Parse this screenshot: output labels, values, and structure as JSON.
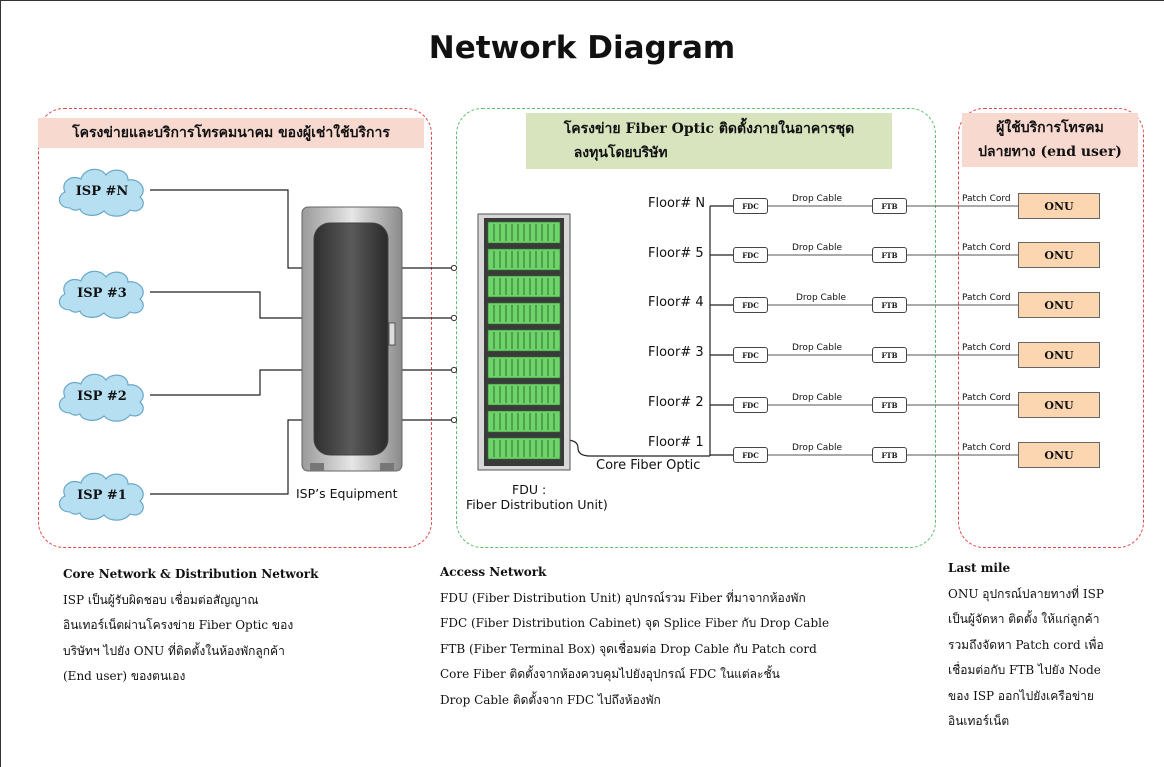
{
  "title": "Network Diagram",
  "groups": {
    "core": "โครงข่ายและบริการโทรคมนาคม ของผู้เช่าใช้บริการ",
    "fiber_line1": "โครงข่าย Fiber Optic ติดตั้งภายในอาคารชุด",
    "fiber_line2": "ลงทุนโดยบริษัท",
    "user_line1": "ผู้ใช้บริการโทรคม",
    "user_line2": "ปลายทาง (end user)"
  },
  "isps": [
    "ISP #N",
    "ISP #3",
    "ISP #2",
    "ISP #1"
  ],
  "isp_equipment": "ISP’s Equipment",
  "fdu_line1": "FDU :",
  "fdu_line2": "Fiber Distribution Unit)",
  "core_fiber": "Core Fiber Optic",
  "floors": [
    {
      "floor": "Floor# N",
      "fdc": "FDC",
      "drop": "Drop Cable",
      "ftb": "FTB",
      "patch": "Patch Cord",
      "onu": "ONU"
    },
    {
      "floor": "Floor# 5",
      "fdc": "FDC",
      "drop": "Drop Cable",
      "ftb": "FTB",
      "patch": "Patch Cord",
      "onu": "ONU"
    },
    {
      "floor": "Floor# 4",
      "fdc": "FDC",
      "drop": "Drop Cable",
      "ftb": "FTB",
      "patch": "Patch Cord",
      "onu": "ONU"
    },
    {
      "floor": "Floor# 3",
      "fdc": "FDC",
      "drop": "Drop Cable",
      "ftb": "FTB",
      "patch": "Patch Cord",
      "onu": "ONU"
    },
    {
      "floor": "Floor# 2",
      "fdc": "FDC",
      "drop": "Drop Cable",
      "ftb": "FTB",
      "patch": "Patch Cord",
      "onu": "ONU"
    },
    {
      "floor": "Floor# 1",
      "fdc": "FDC",
      "drop": "Drop Cable",
      "ftb": "FTB",
      "patch": "Patch Cord",
      "onu": "ONU"
    }
  ],
  "desc_core": {
    "heading": "Core Network & Distribution Network",
    "lines": [
      "ISP เป็นผู้รับผิดชอบ เชื่อมต่อสัญญาณ",
      "อินเทอร์เน็ตผ่านโครงข่าย Fiber Optic ของ",
      "บริษัทฯ ไปยัง ONU ที่ติดตั้งในห้องพักลูกค้า",
      "(End user) ของตนเอง"
    ]
  },
  "desc_access": {
    "heading": "Access Network",
    "lines": [
      "FDU (Fiber Distribution Unit) อุปกรณ์รวม Fiber ที่มาจากห้องพัก",
      "FDC (Fiber Distribution Cabinet) จุด Splice Fiber กับ Drop Cable",
      "FTB (Fiber Terminal Box) จุดเชื่อมต่อ Drop Cable กับ Patch cord",
      "Core Fiber ติดตั้งจากห้องควบคุมไปยังอุปกรณ์ FDC ในแต่ละชั้น",
      "Drop Cable ติดตั้งจาก FDC ไปถึงห้องพัก"
    ]
  },
  "desc_last": {
    "heading": "Last mile",
    "lines": [
      "ONU อุปกรณ์ปลายทางที่ ISP",
      "เป็นผู้จัดหา ติดตั้ง ให้แก่ลูกค้า",
      "รวมถึงจัดหา Patch cord เพื่อ",
      "เชื่อมต่อกับ FTB ไปยัง Node",
      "ของ ISP ออกไปยังเครือข่าย",
      "อินเทอร์เน็ต"
    ]
  },
  "colors": {
    "red_border": "#e04848",
    "green_border": "#5cbf6a",
    "cloud": "#b7dff2",
    "onu": "#fbd6b0",
    "rack": "#6fd36b"
  }
}
